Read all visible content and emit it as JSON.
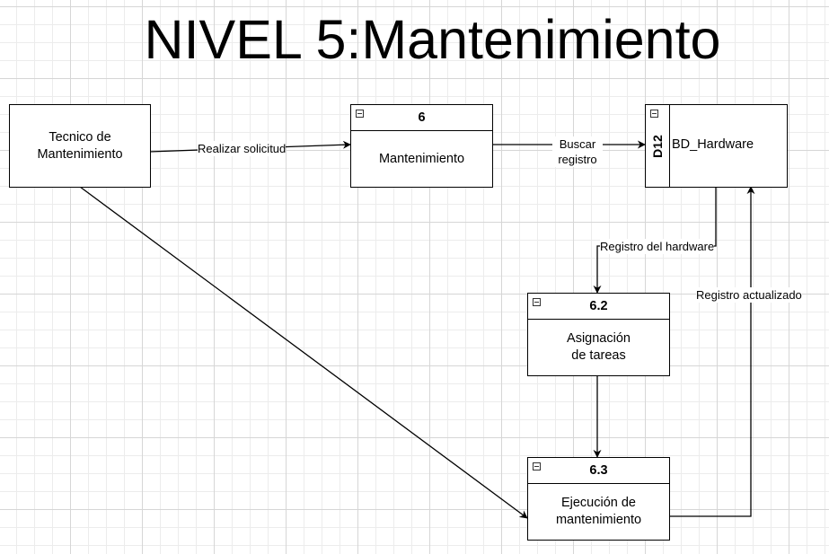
{
  "diagram": {
    "title": "NIVEL 5:Mantenimiento",
    "entity": {
      "line1": "Tecnico de",
      "line2": "Mantenimiento"
    },
    "processes": [
      {
        "number": "6",
        "name": "Mantenimiento"
      },
      {
        "number": "6.2",
        "line1": "Asignación",
        "line2": "de tareas"
      },
      {
        "number": "6.3",
        "line1": "Ejecución de",
        "line2": "mantenimiento"
      }
    ],
    "datastore": {
      "id": "D12",
      "name": "BD_Hardware"
    },
    "flows": {
      "realizar_solicitud": "Realizar  solicitud",
      "buscar_registro": {
        "line1": "Buscar",
        "line2": "registro"
      },
      "registro_hardware": "Registro del hardware",
      "registro_actualizado": "Registro actualizado"
    },
    "colors": {
      "line": "#000000",
      "grid_major": "#d6d6d6",
      "grid_minor": "#ececec",
      "background": "#ffffff"
    }
  }
}
